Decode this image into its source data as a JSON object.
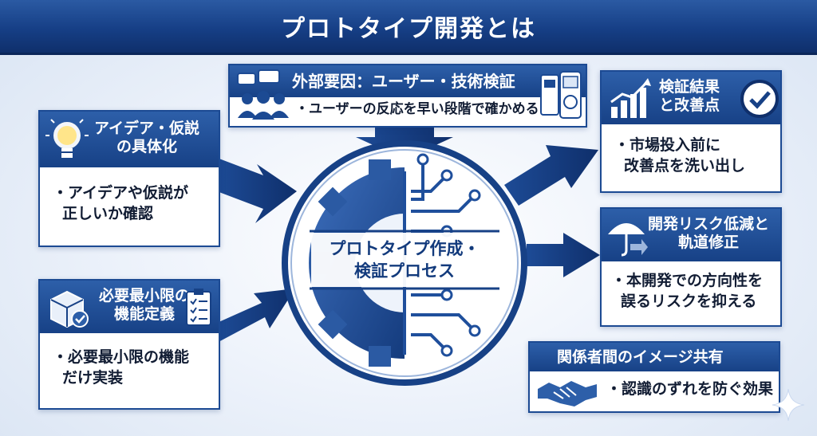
{
  "title": "プロトタイプ開発とは",
  "center": {
    "line1": "プロトタイプ作成・",
    "line2": "検証プロセス"
  },
  "top_card": {
    "heading": "外部要因：ユーザー・技術検証",
    "text": "・ユーザーの反応を早い段階で確かめる"
  },
  "left_top_card": {
    "heading_line1": "アイデア・仮説",
    "heading_line2": "の具体化",
    "text_line1": "・アイデアや仮説が",
    "text_line2": "正しいか確認"
  },
  "left_bottom_card": {
    "heading_line1": "必要最小限の",
    "heading_line2": "機能定義",
    "text_line1": "・必要最小限の機能",
    "text_line2": "だけ実装"
  },
  "right_top_card": {
    "heading_line1": "検証結果",
    "heading_line2": "と改善点",
    "text_line1": "・市場投入前に",
    "text_line2": "改善点を洗い出し"
  },
  "right_mid_card": {
    "heading_line1": "開発リスク低減と",
    "heading_line2": "軌道修正",
    "text_line1": "・本開発での方向性を",
    "text_line2": "誤るリスクを抑える"
  },
  "right_bottom_card": {
    "heading": "関係者間のイメージ共有",
    "text": "・認識のずれを防ぐ効果"
  },
  "colors": {
    "primary": "#174186",
    "dark": "#0f2f6b",
    "accent": "#2d5fa9"
  }
}
